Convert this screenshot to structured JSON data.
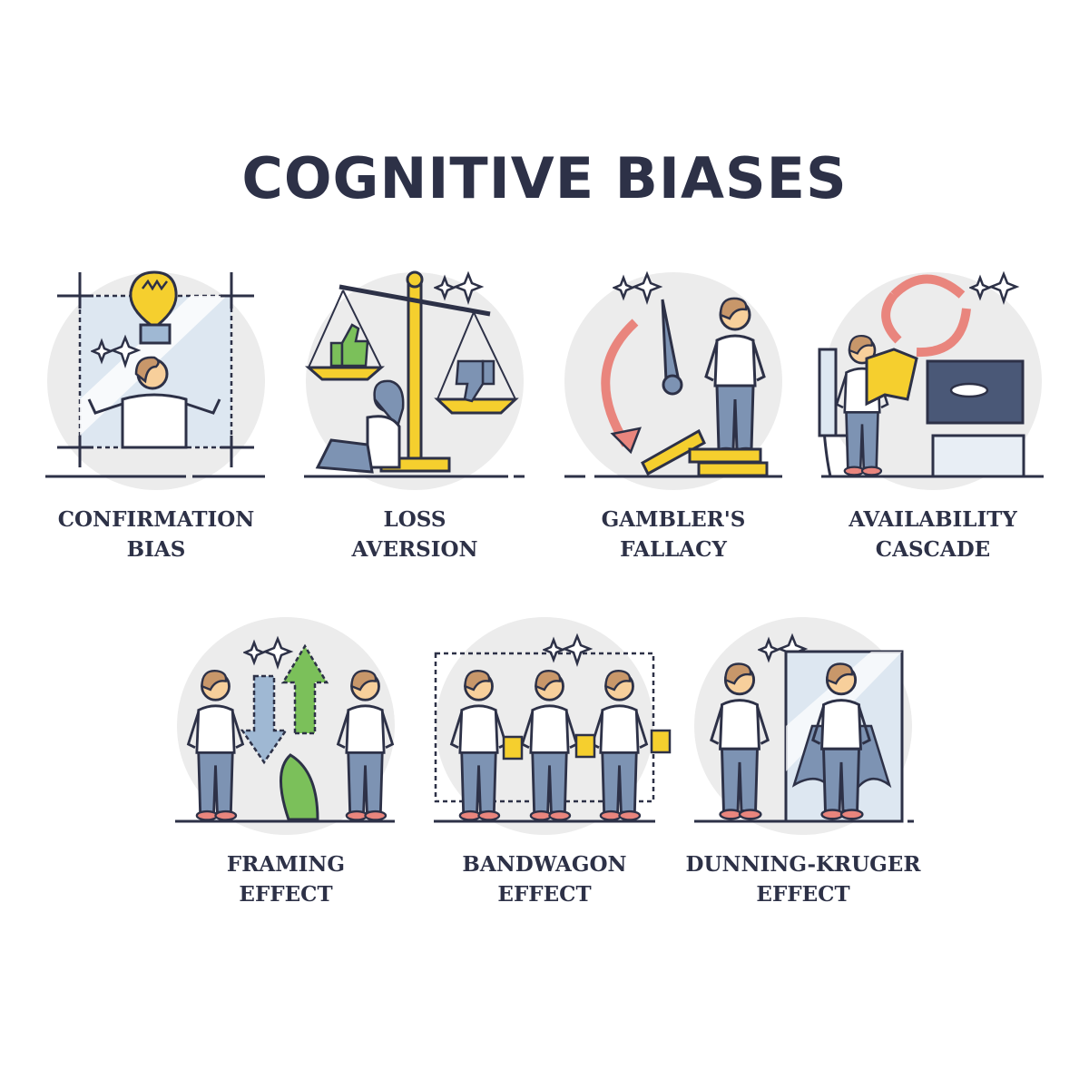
{
  "title": "COGNITIVE BIASES",
  "biases": [
    {
      "line1": "CONFIRMATION",
      "line2": "BIAS"
    },
    {
      "line1": "LOSS",
      "line2": "AVERSION"
    },
    {
      "line1": "GAMBLER'S",
      "line2": "FALLACY"
    },
    {
      "line1": "AVAILABILITY",
      "line2": "CASCADE"
    },
    {
      "line1": "FRAMING",
      "line2": "EFFECT"
    },
    {
      "line1": "BANDWAGON",
      "line2": "EFFECT"
    },
    {
      "line1": "DUNNING-KRUGER",
      "line2": "EFFECT"
    }
  ],
  "colors": {
    "ink": "#2d3147",
    "circle": "#ececec",
    "yellow": "#f5cf2e",
    "skin": "#f7cf9b",
    "hair": "#c8976a",
    "blue": "#9fb8d3",
    "red": "#e9857d",
    "green": "#7bc05a"
  }
}
